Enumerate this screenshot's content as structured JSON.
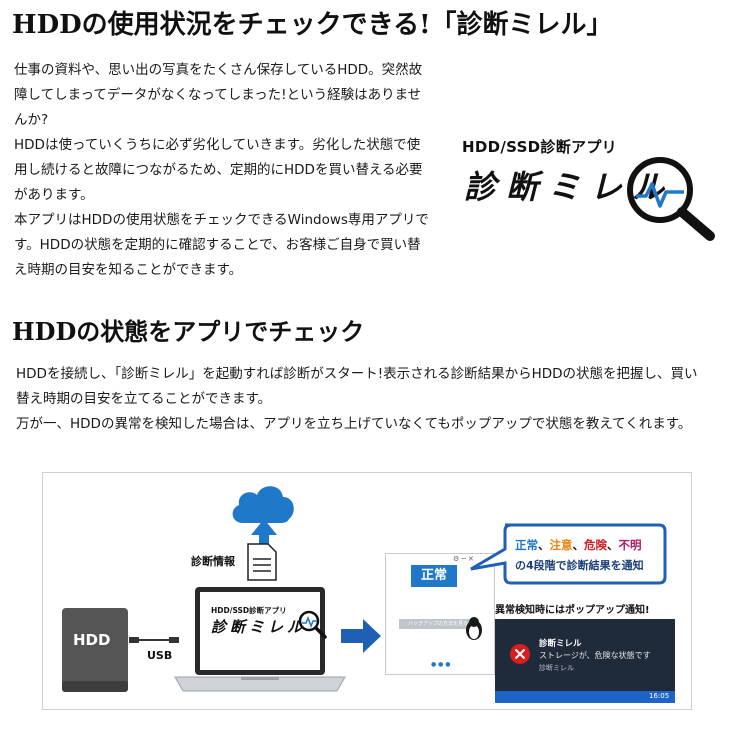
{
  "section1": {
    "title": "HDDの使用状況をチェックできる!「診断ミレル」",
    "paragraphs": [
      "仕事の資料や、思い出の写真をたくさん保存しているHDD。突然故障してしまってデータがなくなってしまった!という経験はありませんか?",
      "HDDは使っていくうちに必ず劣化していきます。劣化した状態で使用し続けると故障につながるため、定期的にHDDを買い替える必要があります。",
      "本アプリはHDDの使用状態をチェックできるWindows専用アプリです。HDDの状態を定期的に確認することで、お客様ご自身で買い替え時期の目安を知ることができます。"
    ]
  },
  "logo": {
    "subtitle": "HDD/SSD診断アプリ",
    "name": "診断ミレル"
  },
  "section2": {
    "title": "HDDの状態をアプリでチェック",
    "paragraphs": [
      "HDDを接続し、「診断ミレル」を起動すれば診断がスタート!表示される診断結果からHDDの状態を把握し、買い替え時期の目安を立てることができます。",
      "万が一、HDDの異常を検知した場合は、アプリを立ち上げていなくてもポップアップで状態を教えてくれます。"
    ]
  },
  "diagram": {
    "hdd_label": "HDD",
    "usb_label": "USB",
    "info_label": "診断情報",
    "laptop_sub": "HDD/SSD診断アプリ",
    "laptop_name": "診断ミレル",
    "app_status": "正常",
    "app_button": "バックアップの方法を見る",
    "bubble_normal": "正常",
    "bubble_caution": "注意",
    "bubble_danger": "危険",
    "bubble_unknown": "不明",
    "bubble_line2": "の4段階で診断結果を通知",
    "popup_heading": "異常検知時にはポップアップ通知!",
    "popup_app": "診断ミレル",
    "popup_msg": "ストレージが、危険な状態です",
    "popup_sub": "診断ミレル",
    "popup_time": "16:05",
    "colors": {
      "cloud": "#1f78c8",
      "arrow": "#1f5fb4",
      "normal": "#1f78c8",
      "caution": "#e8820c",
      "danger": "#d81e1e",
      "unknown": "#b0186a",
      "popup_bg": "#1f2a3a",
      "popup_bar": "#1e64c8"
    }
  }
}
